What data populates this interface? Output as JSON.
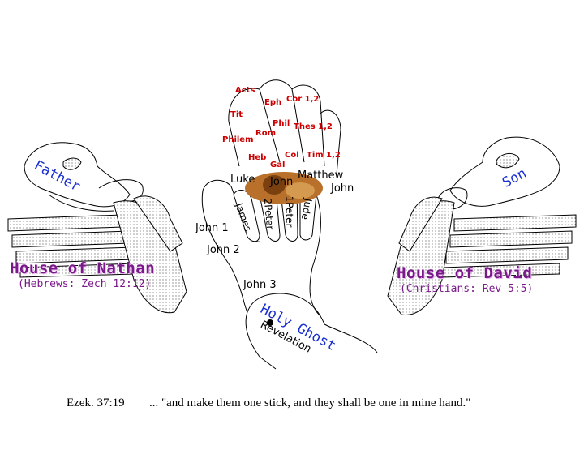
{
  "books_red": [
    "Acts",
    "Eph",
    "Cor 1,2",
    "Tit",
    "Phil",
    "Rom",
    "Thes 1,2",
    "Philem",
    "Heb",
    "Gal",
    "Col",
    "Tim 1,2"
  ],
  "gospels": {
    "luke": "Luke",
    "john": "John",
    "matthew": "Matthew",
    "john_right": "John"
  },
  "fingers": {
    "james": "James",
    "peter2": "2Peter",
    "peter1": "1Peter",
    "jude": "Jude"
  },
  "palm": {
    "john1": "John 1",
    "john2": "John 2",
    "john3": "John 3"
  },
  "wrist": {
    "holy_ghost": "Holy Ghost",
    "revelation": "Revelation"
  },
  "left": {
    "father": "Father",
    "house": "House of Nathan",
    "sub": "(Hebrews: Zech 12:12)"
  },
  "right": {
    "son": "Son",
    "house": "House of David",
    "sub": "(Christians: Rev 5:5)"
  },
  "caption": {
    "ref": "Ezek. 37:19",
    "text": "... \"and make them one stick, and they shall be one in mine hand.\""
  },
  "colors": {
    "red_text": "#cc0000",
    "blue_text": "#1a2fd0",
    "purple_text": "#7a1a8a",
    "lion": "#b8702a"
  }
}
